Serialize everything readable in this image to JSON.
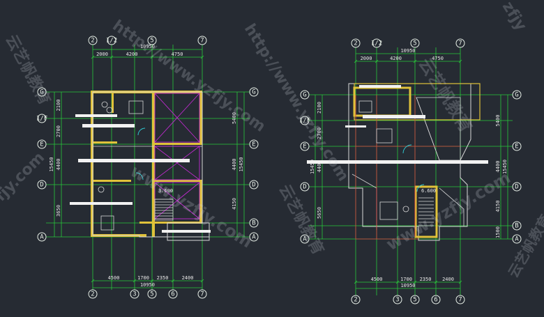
{
  "colors": {
    "background": "#262b33",
    "grid": "#29c83a",
    "wall": "#d8d8d8",
    "wall_fill": "#e0c23a",
    "diagonal": "#c02ad0",
    "red": "#e04040",
    "cyan": "#30d0d8"
  },
  "plans": [
    {
      "top_axes": [
        "2",
        "1/2",
        "5",
        "7"
      ],
      "bottom_axes": [
        "2",
        "3",
        "5",
        "6",
        "7"
      ],
      "left_axes": [
        "G",
        "1/F",
        "E",
        "D",
        "A"
      ],
      "right_axes": [
        "G",
        "E",
        "D",
        "B",
        "A"
      ],
      "top_total": "10950",
      "top_dims": [
        "2000",
        "4200",
        "4750"
      ],
      "bottom_dims": [
        "4500",
        "1700",
        "2350",
        "2400"
      ],
      "bottom_total": "10950",
      "left_dims": [
        "2100",
        "2700",
        "4400",
        "3650"
      ],
      "left_total": "15450",
      "right_dims": [
        "5400",
        "4400",
        "4150"
      ],
      "right_total": "15450",
      "area_label": "3.600"
    },
    {
      "top_axes": [
        "2",
        "1/2",
        "5",
        "7"
      ],
      "bottom_axes": [
        "2",
        "3",
        "5",
        "6",
        "7"
      ],
      "left_axes": [
        "G",
        "1/F",
        "E",
        "D",
        "A"
      ],
      "right_axes": [
        "G",
        "E",
        "D",
        "B",
        "A"
      ],
      "top_total": "10950",
      "top_dims": [
        "2000",
        "4200",
        "4750"
      ],
      "bottom_dims": [
        "4500",
        "1700",
        "2350",
        "2400"
      ],
      "bottom_total": "10950",
      "left_dims": [
        "2100",
        "2700",
        "4400",
        "5650"
      ],
      "left_total": "15450",
      "right_dims": [
        "5400",
        "4400",
        "4150",
        "1500"
      ],
      "right_total": "15450",
      "area_label": "6.600"
    }
  ],
  "watermarks": {
    "cn": "云艺帆教育",
    "url": "http://www.yzfjy.com",
    "url_short": "www.yzfjy.com",
    "frag": "zfjy",
    "frag2": "fjy.com"
  }
}
